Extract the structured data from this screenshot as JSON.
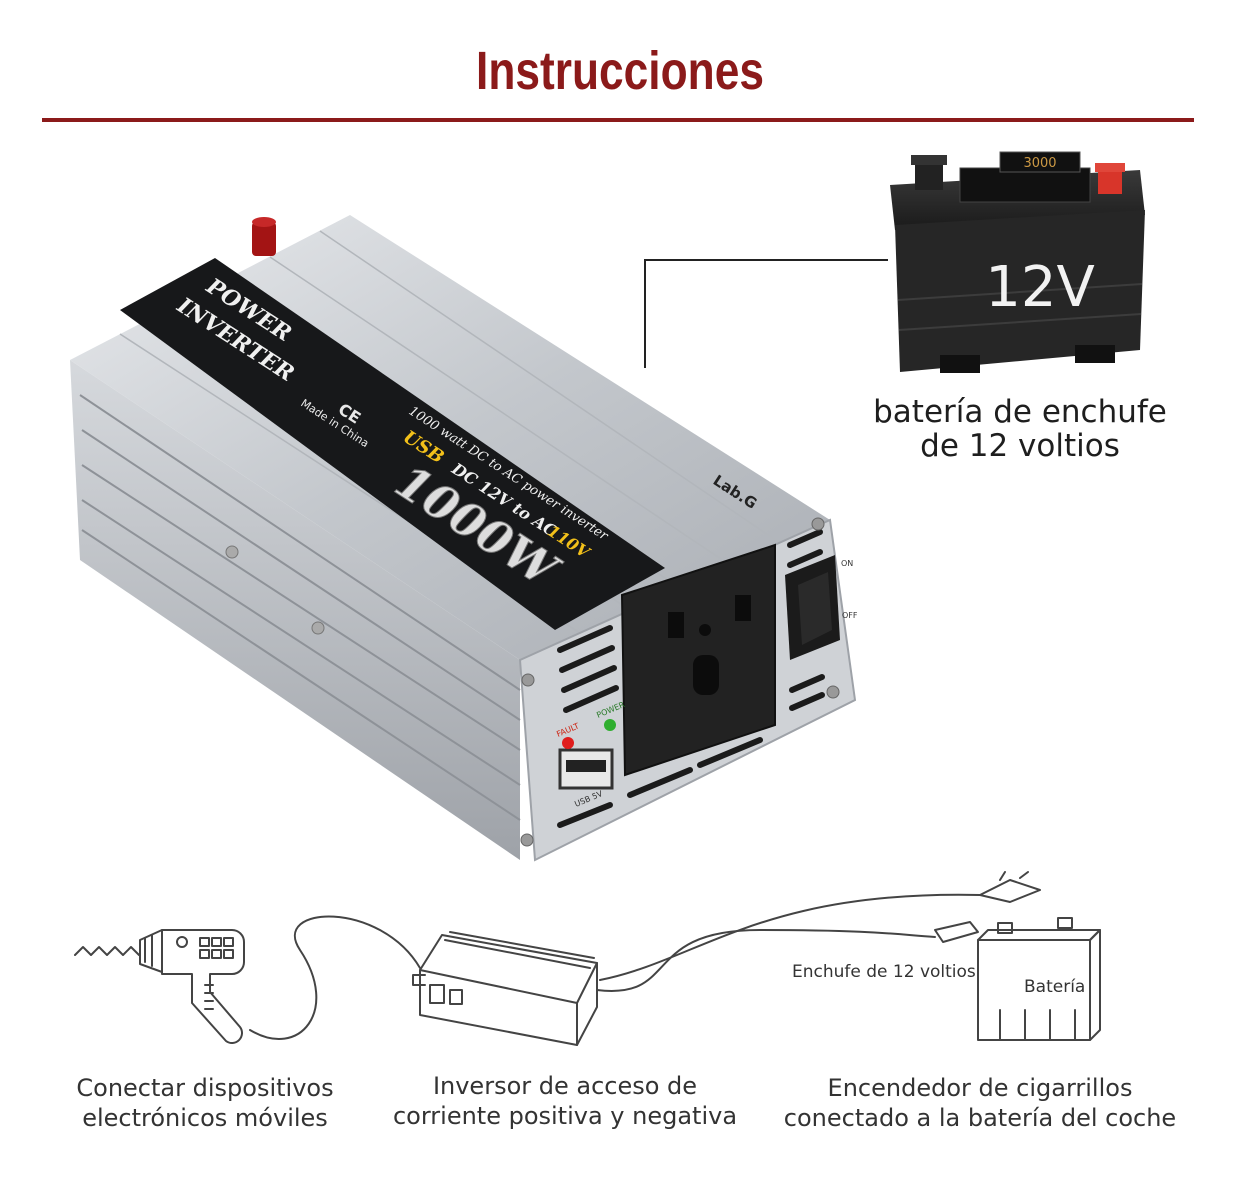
{
  "header": {
    "title": "Instrucciones"
  },
  "battery": {
    "label": "12V",
    "caption_line1": "batería de enchufe",
    "caption_line2": "de 12 voltios"
  },
  "inverter": {
    "label_line1": "POWER",
    "label_line2": "INVERTER",
    "spec_line": "1000 watt DC to AC power inverter",
    "usb_label": "USB",
    "voltage_prefix": "DC 12V to AC",
    "voltage_output": "110V",
    "wattage": "1000W",
    "made_in": "Made in China",
    "ce_mark": "CE",
    "brand": "Lab.G",
    "fault_label": "FAULT",
    "power_label": "POWER",
    "usb_port_label": "USB 5V",
    "switch_on": "ON",
    "switch_off": "OFF"
  },
  "diagram": {
    "enchufe_label": "Enchufe de 12 voltios",
    "bateria_label": "Batería"
  },
  "captions": {
    "devices_line1": "Conectar dispositivos",
    "devices_line2": "electrónicos móviles",
    "inverter_line1": "Inversor de acceso de",
    "inverter_line2": "corriente positiva y negativa",
    "lighter_line1": "Encendedor de cigarrillos",
    "lighter_line2": "conectado a la batería del coche"
  },
  "colors": {
    "accent": "#8b1a1a",
    "battery_body": "#1f1f1f",
    "inverter_body": "#c9ccd0"
  }
}
